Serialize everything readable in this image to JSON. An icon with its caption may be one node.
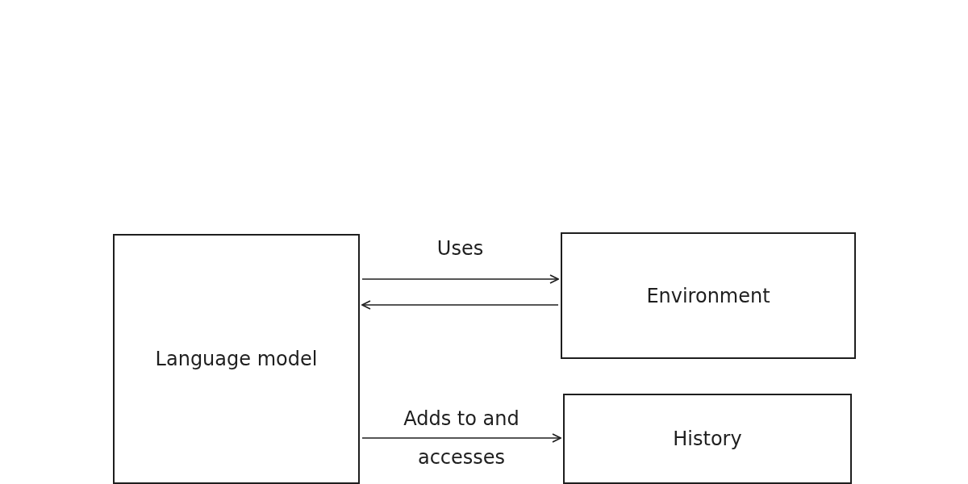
{
  "diagram": {
    "nodes": [
      {
        "text": [
          "Language model"
        ]
      },
      {
        "text": [
          "Environment"
        ]
      },
      {
        "text": [
          "History"
        ]
      }
    ],
    "edges": [
      {
        "from": 0,
        "to": 1,
        "arrow": "to",
        "label": "Uses"
      },
      {
        "from": 1,
        "to": 0,
        "arrow": "to"
      },
      {
        "from": 0,
        "to": 2,
        "arrow": "to",
        "label": "Adds to and accesses"
      }
    ]
  }
}
